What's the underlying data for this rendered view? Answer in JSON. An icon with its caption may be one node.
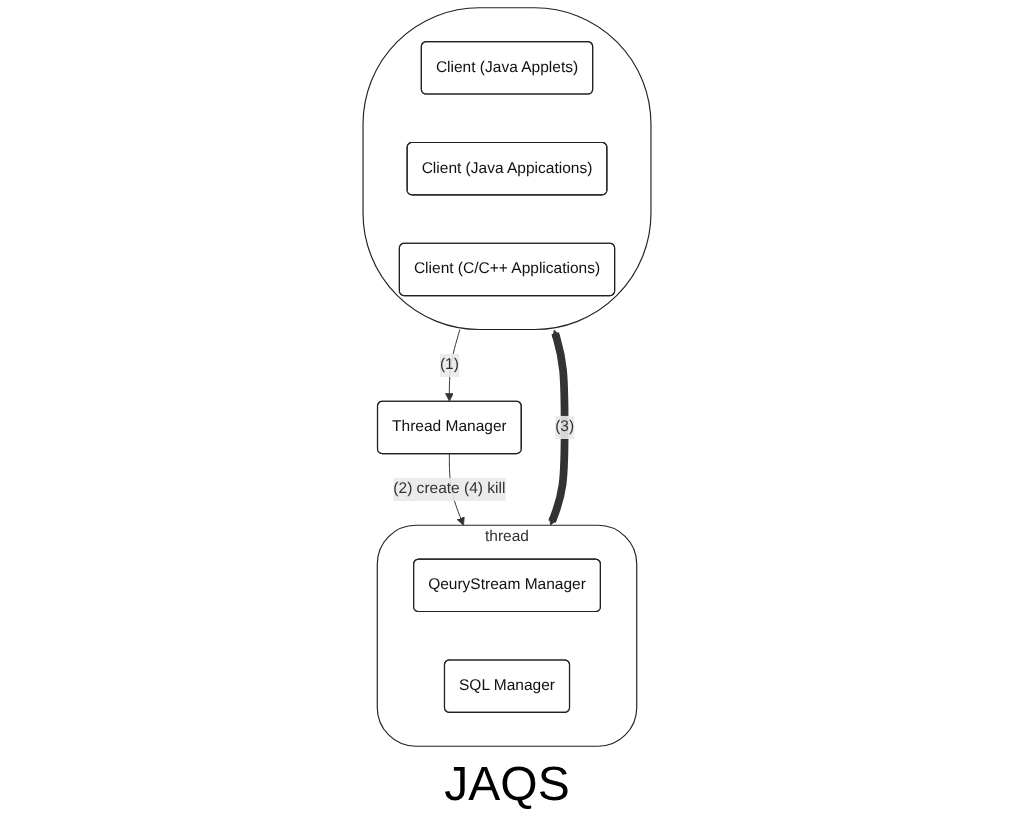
{
  "diagram": {
    "nodes": [
      {
        "text": [],
        "shape": "ellipse"
      },
      {
        "text": [
          "Client (Java Applets)"
        ],
        "in": 0
      },
      {
        "text": [
          "Client (Java Appications)"
        ],
        "in": 0
      },
      {
        "text": [
          "Client (C/C++ Applications)"
        ],
        "in": 0
      },
      {
        "text": [
          "Thread Manager"
        ]
      },
      {
        "text": [
          "thread"
        ]
      },
      {
        "text": [
          "QeuryStream Manager"
        ],
        "in": 5
      },
      {
        "text": [
          "SQL Manager"
        ],
        "in": 5
      }
    ],
    "edges": [
      {
        "from": 0,
        "to": 4,
        "arrow": "to",
        "label": "(1)"
      },
      {
        "from": 4,
        "to": 5,
        "arrow": "to",
        "label": "(2) create (4) kill"
      },
      {
        "from": 0,
        "to": 5,
        "arrow": "both",
        "label": "(3)",
        "style": "thick"
      }
    ],
    "labels": [
      "JAQS"
    ]
  }
}
